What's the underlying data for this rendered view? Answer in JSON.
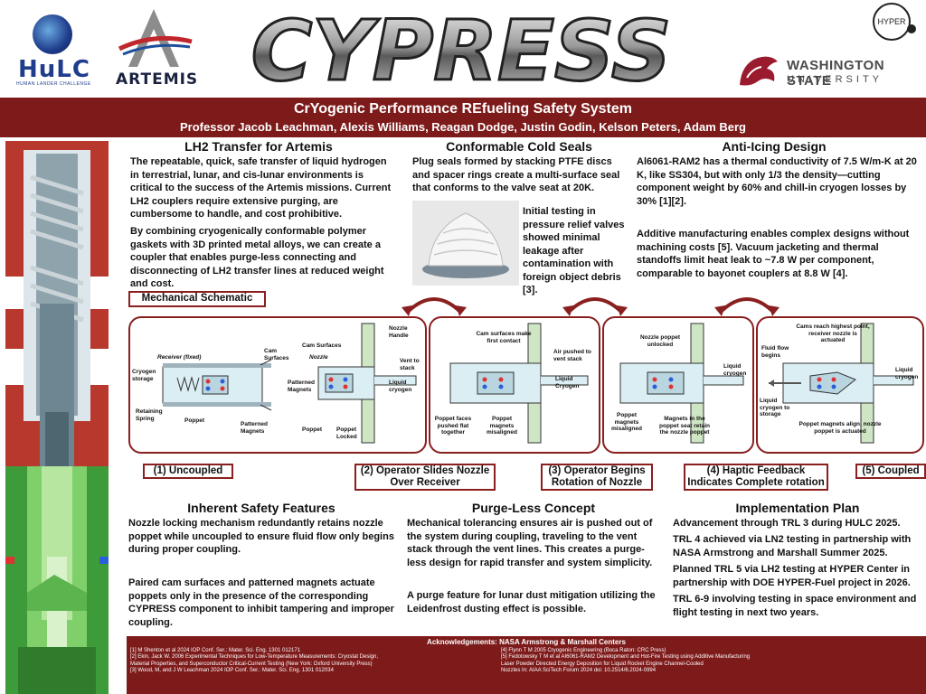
{
  "header": {
    "hulc_logo": "HuLC",
    "hulc_sub": "HUMAN LANDER CHALLENGE",
    "artemis_logo": "ARTEMIS",
    "title_logo": "CYPRESS",
    "wsu_name": "WASHINGTON STATE",
    "wsu_sub": "UNIVERSITY",
    "hyper_logo": "HYPER"
  },
  "banner": {
    "title": "CrYogenic Performance REfueling Safety System",
    "authors": "Professor Jacob Leachman, Alexis Williams, Reagan Dodge, Justin Godin, Kelson Peters, Adam Berg"
  },
  "sections": {
    "lh2": {
      "title": "LH2 Transfer for Artemis",
      "p1": "The repeatable, quick, safe transfer of liquid hydrogen in terrestrial, lunar, and cis-lunar environments is critical to the success of the Artemis missions. Current LH2 couplers require extensive purging, are cumbersome to handle, and cost prohibitive.",
      "p2": "By combining cryogenically conformable polymer gaskets with 3D printed metal alloys, we can create a coupler that enables purge-less connecting and disconnecting of LH2 transfer lines at reduced weight and cost."
    },
    "seals": {
      "title": "Conformable Cold Seals",
      "p1": "Plug seals formed by stacking PTFE discs and spacer rings create a multi-surface seal that conforms to the valve seat at 20K.",
      "p2": "Initial testing in pressure relief valves showed minimal leakage after contamination with foreign object debris [3]."
    },
    "anti": {
      "title": "Anti-Icing Design",
      "p1": "Al6061-RAM2 has a thermal conductivity of 7.5 W/m-K at 20 K, like SS304, but with only 1/3 the density—cutting component weight by 60% and chill-in cryogen losses by 30% [1][2].",
      "p2": "Additive manufacturing enables complex designs without machining costs [5]. Vacuum jacketing and thermal standoffs limit heat leak to ~7.8 W per component, comparable to bayonet couplers at 8.8 W [4]."
    },
    "schematic_label": "Mechanical Schematic",
    "safety": {
      "title": "Inherent Safety Features",
      "p1": "Nozzle locking mechanism redundantly retains nozzle poppet while uncoupled to ensure fluid flow only begins during proper coupling.",
      "p2": "Paired cam surfaces and patterned magnets actuate poppets only in the presence of the corresponding CYPRESS component to inhibit tampering and improper coupling."
    },
    "purge": {
      "title": "Purge-Less Concept",
      "p1": "Mechanical tolerancing ensures air is pushed out of the system during coupling, traveling to the vent stack through the vent lines. This creates a purge-less design for rapid transfer and system simplicity.",
      "p2": "A purge feature for lunar dust mitigation utilizing the Leidenfrost dusting effect is possible."
    },
    "plan": {
      "title": "Implementation Plan",
      "items": [
        "Advancement through TRL 3 during HULC 2025.",
        "TRL 4 achieved via LN2 testing in partnership with NASA Armstrong and Marshall Summer 2025.",
        "Planned TRL 5 via LH2 testing at HYPER Center in partnership with DOE HYPER-Fuel project in 2026.",
        "TRL 6-9 involving testing in space environment and flight testing in next two years."
      ]
    }
  },
  "steps": {
    "s1": "(1) Uncoupled",
    "s2": "(2) Operator Slides Nozzle Over Receiver",
    "s3": "(3) Operator Begins Rotation of Nozzle",
    "s4": "(4) Haptic Feedback Indicates Complete rotation",
    "s5": "(5) Coupled"
  },
  "diagram_labels": {
    "d1": [
      "Receiver (fixed)",
      "Cryogen storage",
      "Cam Surfaces",
      "Retaining Spring",
      "Poppet",
      "Patterned Magnets"
    ],
    "d2": [
      "Nozzle Handle",
      "Cam Surfaces",
      "Nozzle",
      "Vent to stack",
      "Patterned Magnets",
      "Liquid cryogen",
      "Poppet",
      "Poppet Locked"
    ],
    "d3": [
      "Cam surfaces make first contact",
      "Air pushed to vent stack",
      "Liquid Cryogen",
      "Poppet faces pushed flat together",
      "Poppet magnets misaligned"
    ],
    "d4": [
      "Nozzle poppet unlocked",
      "Liquid cryogen",
      "Poppet magnets misaligned",
      "Magnets in the poppet seat retain the nozzle poppet"
    ],
    "d5": [
      "Cams reach highest point, receiver nozzle is actuated",
      "Fluid flow begins",
      "Liquid cryogen",
      "Liquid cryogen to storage",
      "Poppet magnets align, nozzle poppet is actuated"
    ]
  },
  "acknowledgements": {
    "title": "Acknowledgements: NASA Armstrong & Marshall Centers",
    "refs_left": [
      "[1] M Shenton et al 2024 IOP Conf. Ser.: Mater. Sci. Eng. 1301 012171",
      "[2] Ekin, Jack W. 2006 Experimental Techniques for Low-Temperature Measurements: Cryostat Design,",
      "Material Properties, and Superconductor Critical-Current Testing (New York: Oxford University Press)",
      "[3] Wood, M, and J W Leachman 2024 IOP Conf. Ser.: Mater. Sci. Eng. 1301 012034"
    ],
    "refs_right": [
      "[4] Flynn T M 2005 Cryogenic Engineering (Boca Raton: CRC Press)",
      "[5] Fedotowsky T M et al AI6061-RAM2 Development and Hot-Fire Testing using Additive Manufacturing",
      "Laser Powder Directed Energy Deposition for Liquid Rocket Engine Channel-Cooled",
      "Nozzles In: AIAA SciTech Forum 2024 doi: 10.2514/6.2024-0994"
    ]
  },
  "colors": {
    "maroon": "#7d1a1a",
    "box_border": "#8a1f1f",
    "cad_red": "#b8382e",
    "cad_green": "#4caf50"
  }
}
